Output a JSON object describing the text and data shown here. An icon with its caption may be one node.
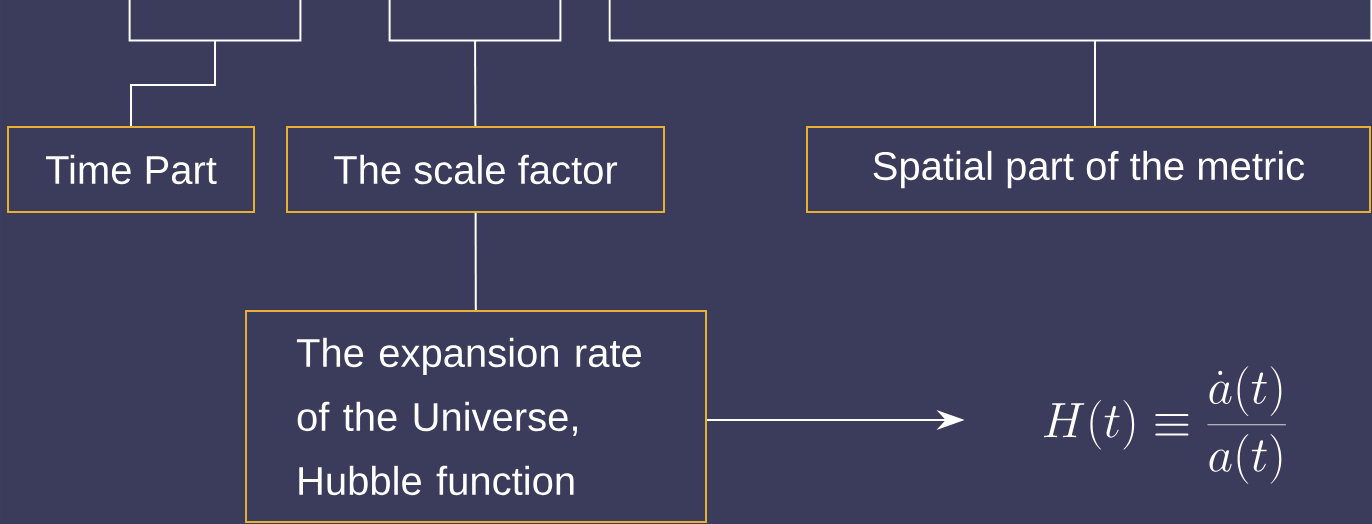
{
  "diagram": {
    "nodes": [
      {
        "text": [],
        "shape": "bracket"
      },
      {
        "text": [],
        "shape": "bracket"
      },
      {
        "text": [],
        "shape": "bracket"
      },
      {
        "text": [
          "Time Part"
        ]
      },
      {
        "text": [
          "The scale factor"
        ]
      },
      {
        "text": [
          "Spatial part of the metric"
        ]
      },
      {
        "text": [
          "The expansion rate of the Universe, Hubble function"
        ]
      },
      {
        "text": [
          "H(t) \\equiv \\frac{\\dot{a}(t)}{a(t)}"
        ]
      }
    ],
    "edges": [
      {
        "from": 0,
        "to": 3,
        "arrow": "none"
      },
      {
        "from": 1,
        "to": 4,
        "arrow": "none"
      },
      {
        "from": 2,
        "to": 5,
        "arrow": "none"
      },
      {
        "from": 4,
        "to": 6,
        "arrow": "none"
      },
      {
        "from": 6,
        "to": 7,
        "arrow": "to"
      }
    ]
  }
}
